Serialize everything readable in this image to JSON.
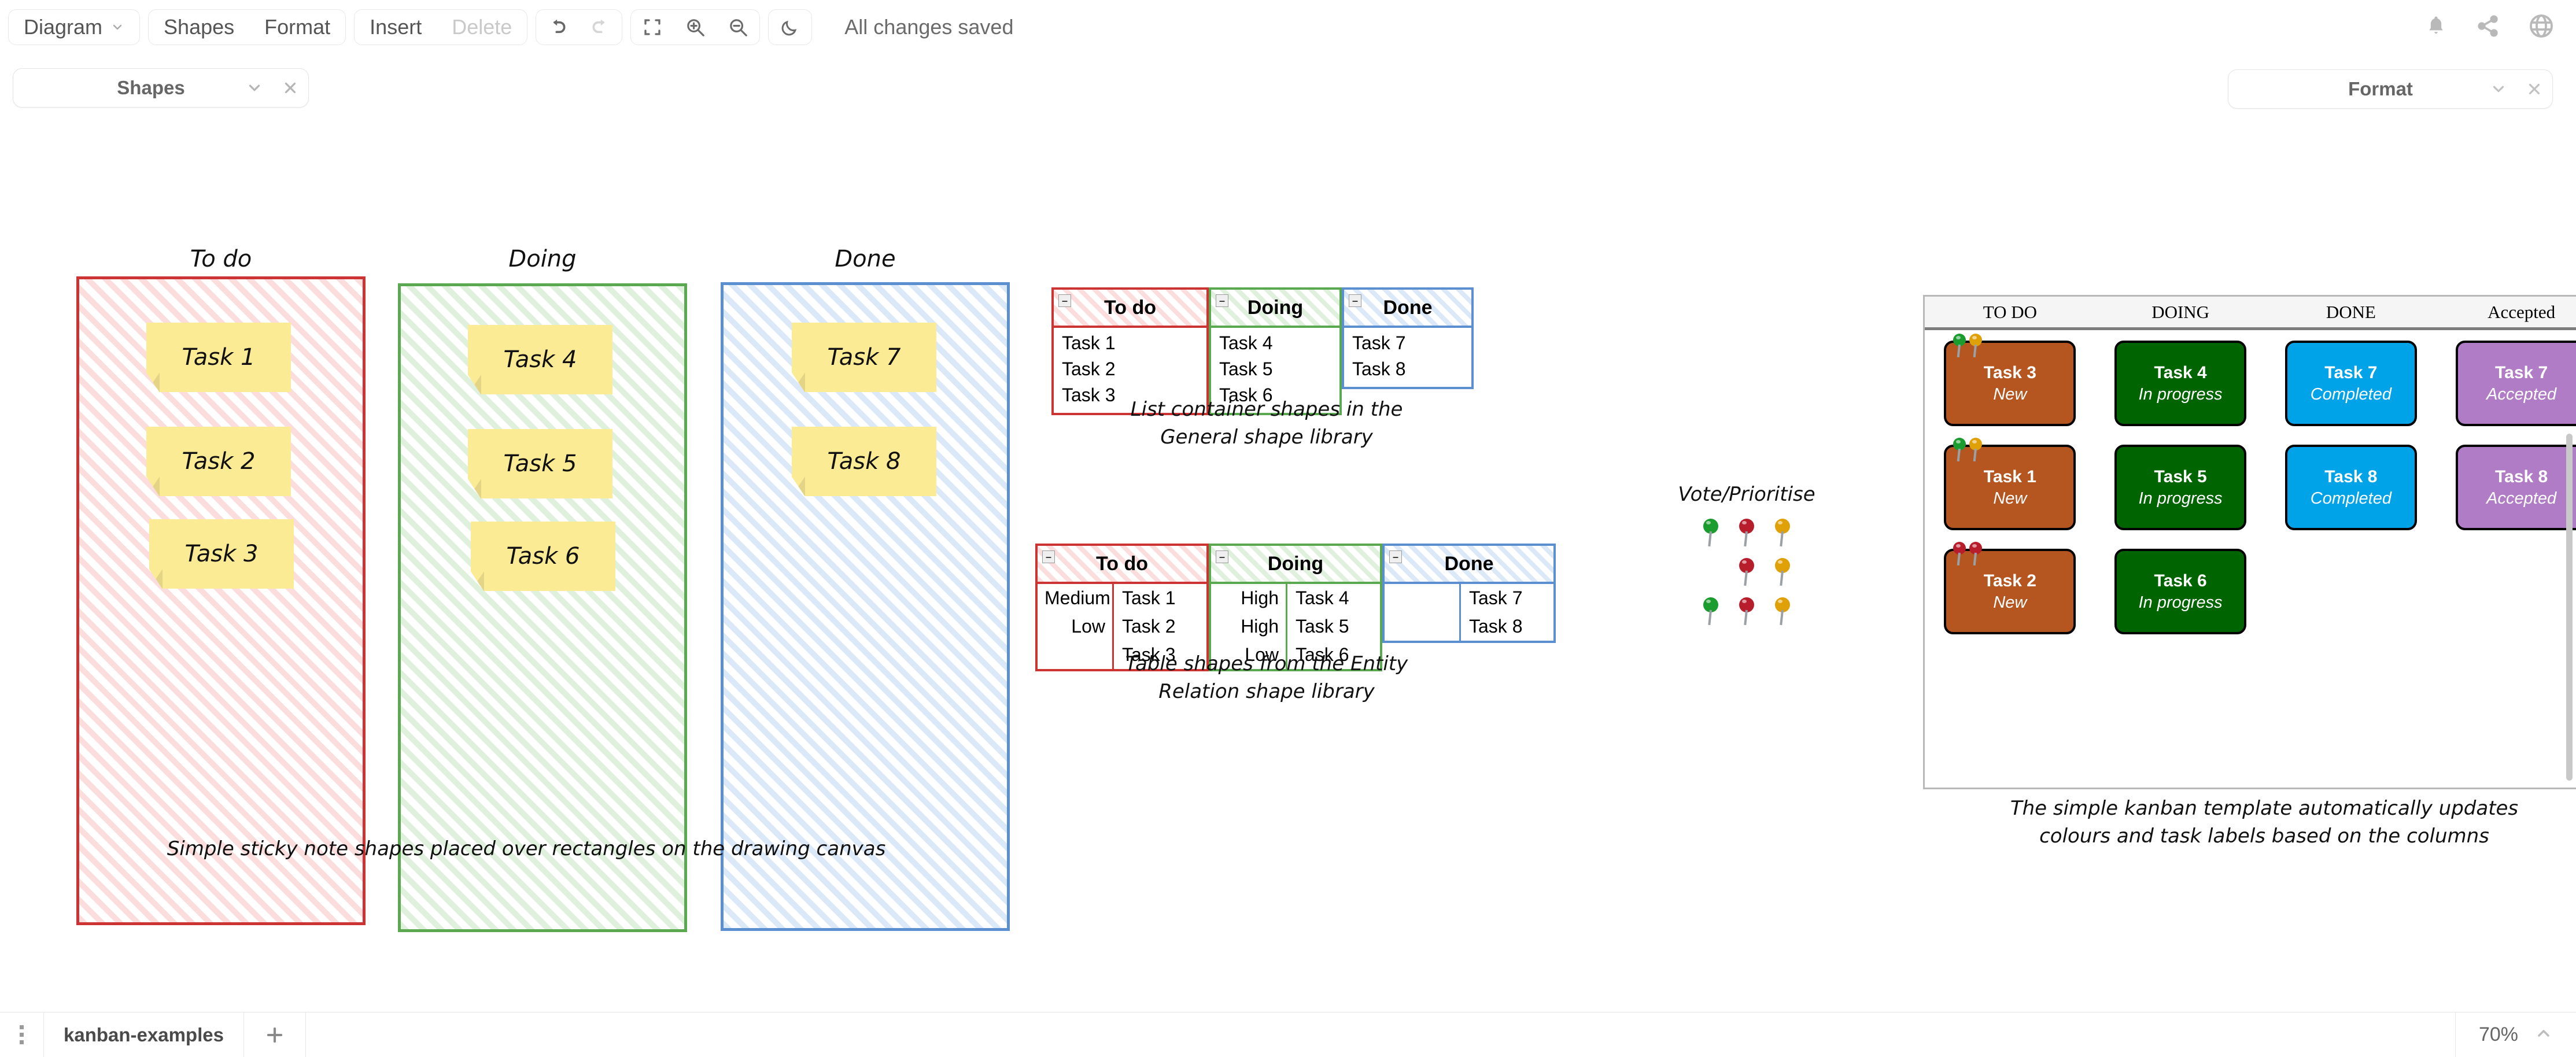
{
  "toolbar": {
    "diagram_label": "Diagram",
    "shapes_label": "Shapes",
    "format_label": "Format",
    "insert_label": "Insert",
    "delete_label": "Delete",
    "undo_icon": "undo-icon",
    "redo_icon": "redo-icon",
    "fit_icon": "fit-page-icon",
    "zoom_in_icon": "zoom-in-icon",
    "zoom_out_icon": "zoom-out-icon",
    "dark_mode_icon": "moon-icon",
    "status": "All changes saved",
    "bell_icon": "bell-icon",
    "share_icon": "share-icon",
    "language_icon": "globe-icon"
  },
  "panels": {
    "shapes": {
      "title": "Shapes",
      "collapse_icon": "chevron-down-icon",
      "close_icon": "close-icon"
    },
    "format": {
      "title": "Format",
      "collapse_icon": "chevron-down-icon",
      "close_icon": "close-icon"
    }
  },
  "canvas": {
    "sticky_section": {
      "columns": [
        {
          "title": "To do",
          "color": "#cc3333",
          "notes": [
            "Task 1",
            "Task 2",
            "Task 3"
          ]
        },
        {
          "title": "Doing",
          "color": "#5aa84f",
          "notes": [
            "Task 4",
            "Task 5",
            "Task 6"
          ]
        },
        {
          "title": "Done",
          "color": "#5b8fd0",
          "notes": [
            "Task 7",
            "Task 8"
          ]
        }
      ],
      "caption": "Simple sticky note shapes placed over rectangles on the drawing canvas"
    },
    "list_section": {
      "lists": [
        {
          "header": "To do",
          "color": "#cc3333",
          "items": [
            "Task 1",
            "Task 2",
            "Task 3"
          ]
        },
        {
          "header": "Doing",
          "color": "#5aa84f",
          "items": [
            "Task 4",
            "Task 5",
            "Task 6"
          ]
        },
        {
          "header": "Done",
          "color": "#5b8fd0",
          "items": [
            "Task 7",
            "Task 8"
          ]
        }
      ],
      "caption_line1": "List container shapes in the",
      "caption_line2": "General shape library"
    },
    "table_section": {
      "tables": [
        {
          "header": "To do",
          "color": "#cc3333",
          "rows": [
            [
              "Medium",
              "Task 1"
            ],
            [
              "Low",
              "Task 2"
            ],
            [
              "",
              "Task 3"
            ]
          ]
        },
        {
          "header": "Doing",
          "color": "#5aa84f",
          "rows": [
            [
              "High",
              "Task 4"
            ],
            [
              "High",
              "Task 5"
            ],
            [
              "Low",
              "Task 6"
            ]
          ]
        },
        {
          "header": "Done",
          "color": "#5b8fd0",
          "rows": [
            [
              "",
              "Task 7"
            ],
            [
              "",
              "Task 8"
            ]
          ]
        }
      ],
      "caption_line1": "Table shapes from the Entity",
      "caption_line2": "Relation shape library"
    },
    "vote_section": {
      "label": "Vote/Prioritise",
      "rows": [
        [
          "#1a9c2e",
          "#b81d2c",
          "#e0a008"
        ],
        [
          "#ffffff",
          "#b81d2c",
          "#e0a008"
        ],
        [
          "#1a9c2e",
          "#b81d2c",
          "#e0a008"
        ]
      ]
    },
    "kanban_section": {
      "headers": [
        "TO DO",
        "DOING",
        "DONE",
        "Accepted"
      ],
      "columns": [
        {
          "color": "#b5551f",
          "cards": [
            {
              "title": "Task 3",
              "status": "New",
              "pins": [
                "#1a9c2e",
                "#e0a008"
              ]
            },
            {
              "title": "Task 1",
              "status": "New",
              "pins": [
                "#1a9c2e",
                "#e0a008"
              ]
            },
            {
              "title": "Task 2",
              "status": "New",
              "pins": [
                "#b81d2c",
                "#b81d2c"
              ]
            }
          ]
        },
        {
          "color": "#006400",
          "cards": [
            {
              "title": "Task 4",
              "status": "In progress",
              "pins": []
            },
            {
              "title": "Task 5",
              "status": "In progress",
              "pins": []
            },
            {
              "title": "Task 6",
              "status": "In progress",
              "pins": []
            }
          ]
        },
        {
          "color": "#00a2e8",
          "cards": [
            {
              "title": "Task 7",
              "status": "Completed",
              "pins": []
            },
            {
              "title": "Task 8",
              "status": "Completed",
              "pins": []
            }
          ]
        },
        {
          "color": "#b07cc6",
          "cards": [
            {
              "title": "Task 7",
              "status": "Accepted",
              "pins": []
            },
            {
              "title": "Task 8",
              "status": "Accepted",
              "pins": []
            }
          ]
        }
      ],
      "caption_line1": "The simple kanban template automatically updates",
      "caption_line2": "colours and task labels based on the columns"
    }
  },
  "bottombar": {
    "menu_icon": "kebab-menu-icon",
    "tab_name": "kanban-examples",
    "add_tab_icon": "plus-icon",
    "zoom_level": "70%",
    "zoom_chevron_icon": "chevron-up-icon"
  }
}
